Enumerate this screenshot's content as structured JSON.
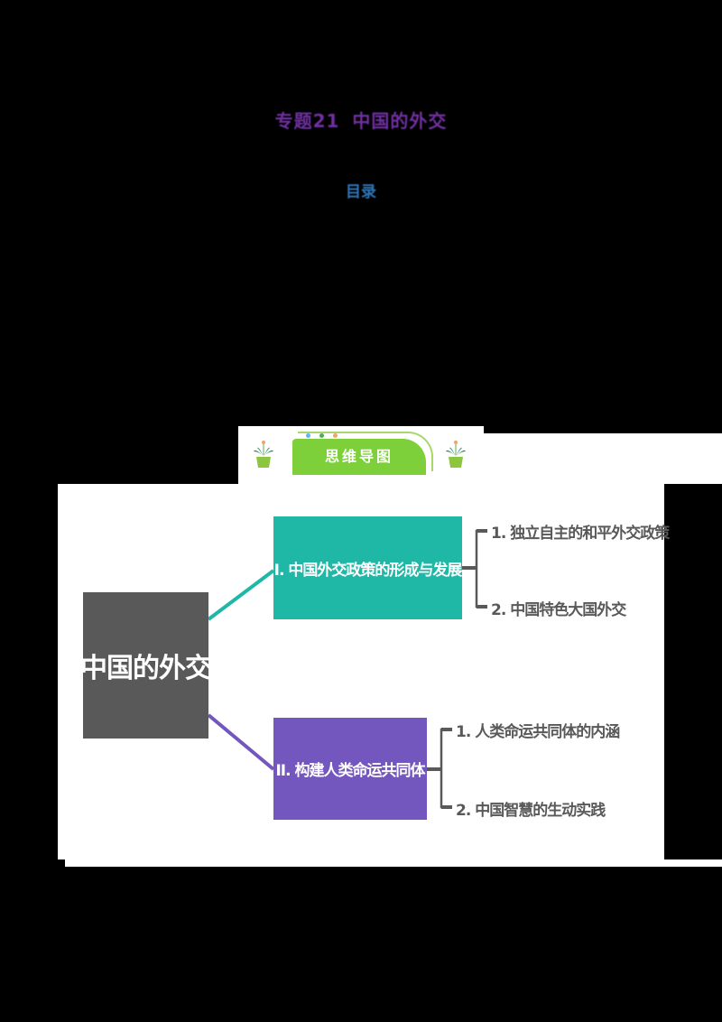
{
  "document": {
    "title_part1": "专题21",
    "title_part2": "中国的外交",
    "subtitle": "目录",
    "title_color": "#7030a0",
    "subtitle_color": "#2e75b6"
  },
  "mind_map": {
    "header_label": "思维导图",
    "header_color": "#7ed03b",
    "header_dots": [
      "#5cb8f0",
      "#4caf50",
      "#f4a460"
    ],
    "root": {
      "label": "中国的外交",
      "color": "#595959"
    },
    "branches": [
      {
        "label": "I. 中国外交政策的形成与发展",
        "color": "#1fb8a6",
        "children": [
          {
            "label": "1. 独立自主的和平外交政策"
          },
          {
            "label": "2. 中国特色大国外交"
          }
        ]
      },
      {
        "label": "II. 构建人类命运共同体",
        "color": "#7356be",
        "children": [
          {
            "label": "1. 人类命运共同体的内涵"
          },
          {
            "label": "2. 中国智慧的生动实践"
          }
        ]
      }
    ]
  }
}
